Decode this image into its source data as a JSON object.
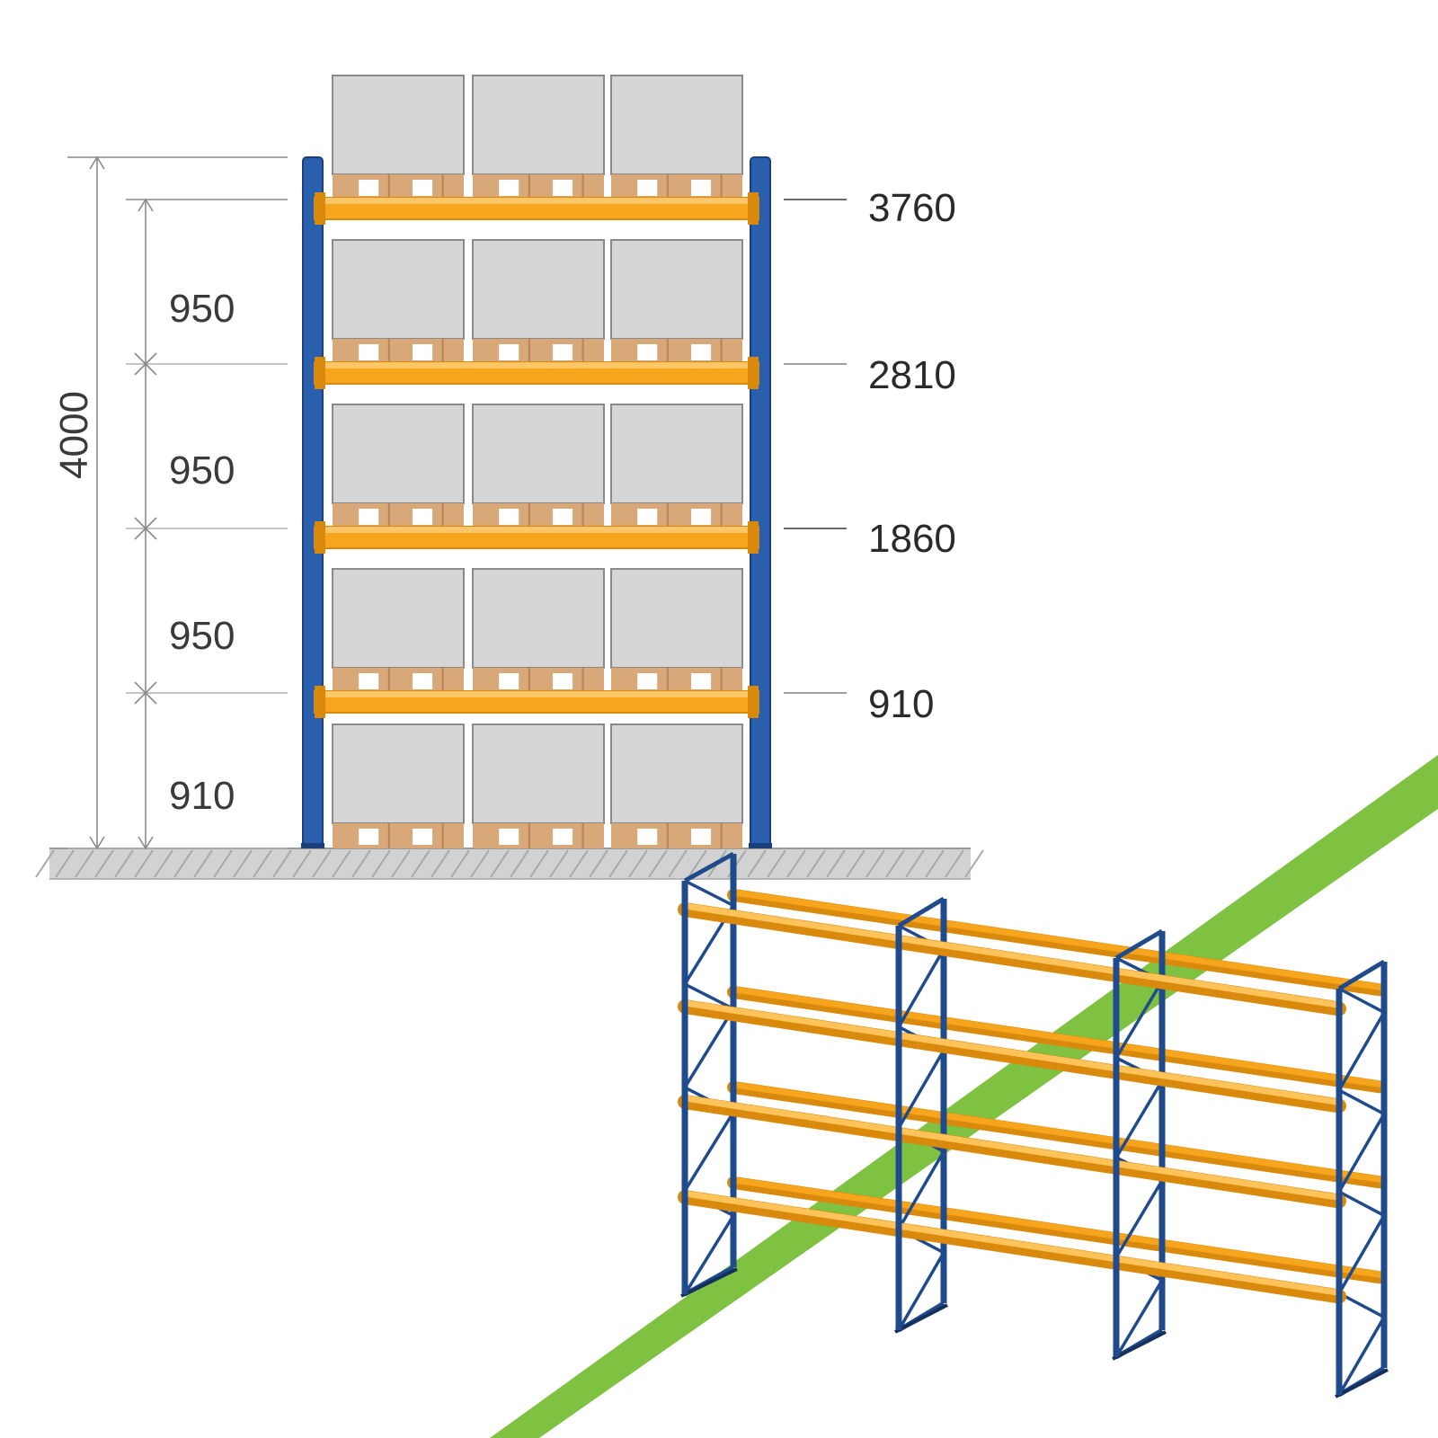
{
  "colors": {
    "upright": "#2a5fae",
    "upright_dark": "#1c3f7a",
    "beam": "#f6a51d",
    "beam_dark": "#d98a0c",
    "pallet": "#d9a878",
    "pallet_dark": "#b9825a",
    "box": "#d6d6d6",
    "box_border": "#8a8a8a",
    "floor": "#cfcfcf",
    "green": "#7fc241",
    "dimension_line": "#8a8a8a"
  },
  "elevation": {
    "total_height": "4000",
    "gaps": [
      {
        "id": "gap-top",
        "text": "950"
      },
      {
        "id": "gap-mid",
        "text": "950"
      },
      {
        "id": "gap-low",
        "text": "950"
      },
      {
        "id": "gap-base",
        "text": "910"
      }
    ],
    "levels": [
      {
        "id": "level-4",
        "text": "3760"
      },
      {
        "id": "level-3",
        "text": "2810"
      },
      {
        "id": "level-2",
        "text": "1860"
      },
      {
        "id": "level-1",
        "text": "910"
      }
    ],
    "levels_count": 5,
    "pallets_per_level": 3
  },
  "rack_3d": {
    "bays": 3,
    "beam_levels": 4,
    "upright_color": "blue",
    "beam_color": "orange"
  }
}
